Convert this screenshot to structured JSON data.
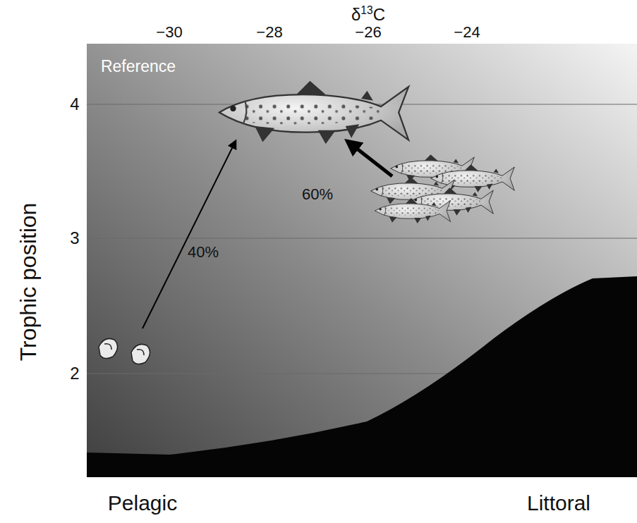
{
  "diagram": {
    "labels": [
      "δ13C",
      "−30",
      "−28",
      "−26",
      "−24",
      "Reference",
      "4",
      "3",
      "2",
      "Trophic position",
      "60%",
      "40%",
      "Pelagic",
      "Littoral"
    ]
  }
}
